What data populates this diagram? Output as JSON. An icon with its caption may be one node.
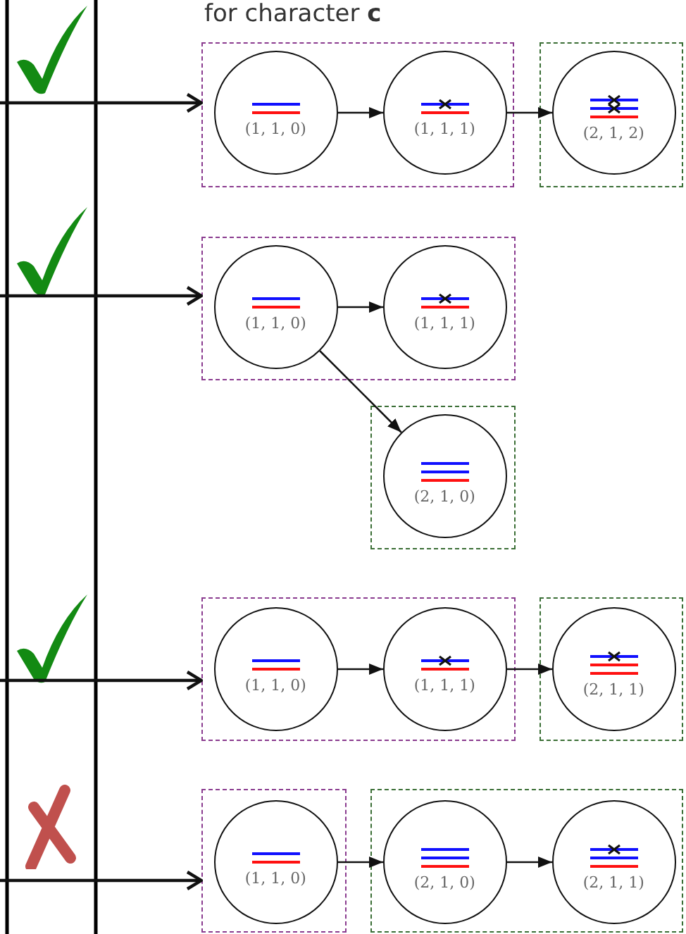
{
  "diagram": {
    "title": "for character **c**",
    "nodes": [
      {
        "text": [],
        "shape": "box"
      },
      {
        "text": [
          "(1, 1, 0)"
        ],
        "in": 0
      },
      {
        "text": [
          "(1, 1, 1)"
        ],
        "in": 0
      },
      {
        "text": [],
        "shape": "box"
      },
      {
        "text": [
          "(2, 1, 2)"
        ],
        "in": 3
      },
      {
        "text": [],
        "shape": "box"
      },
      {
        "text": [
          "(1, 1, 0)"
        ],
        "in": 5
      },
      {
        "text": [
          "(1, 1, 1)"
        ],
        "in": 5
      },
      {
        "text": [],
        "shape": "box"
      },
      {
        "text": [
          "(2, 1, 0)"
        ],
        "in": 8
      },
      {
        "text": [],
        "shape": "box"
      },
      {
        "text": [
          "(1, 1, 0)"
        ],
        "in": 10
      },
      {
        "text": [
          "(1, 1, 1)"
        ],
        "in": 10
      },
      {
        "text": [],
        "shape": "box"
      },
      {
        "text": [
          "(2, 1, 1)"
        ],
        "in": 13
      },
      {
        "text": [],
        "shape": "box"
      },
      {
        "text": [
          "(1, 1, 0)"
        ],
        "in": 15
      },
      {
        "text": [],
        "shape": "box"
      },
      {
        "text": [
          "(2, 1, 0)"
        ],
        "in": 17
      },
      {
        "text": [
          "(2, 1, 1)"
        ],
        "in": 17
      }
    ],
    "edges": [
      {
        "from": null,
        "to": 0,
        "arrow": "to"
      },
      {
        "from": 1,
        "to": 2,
        "arrow": "to"
      },
      {
        "from": 2,
        "to": 4,
        "arrow": "to"
      },
      {
        "from": null,
        "to": 5,
        "arrow": "to"
      },
      {
        "from": 6,
        "to": 7,
        "arrow": "to"
      },
      {
        "from": 6,
        "to": 9,
        "arrow": "to"
      },
      {
        "from": null,
        "to": 10,
        "arrow": "to"
      },
      {
        "from": 11,
        "to": 12,
        "arrow": "to"
      },
      {
        "from": 12,
        "to": 14,
        "arrow": "to"
      },
      {
        "from": null,
        "to": 15,
        "arrow": "to"
      },
      {
        "from": 16,
        "to": 18,
        "arrow": "to"
      },
      {
        "from": 18,
        "to": 19,
        "arrow": "to"
      }
    ]
  }
}
